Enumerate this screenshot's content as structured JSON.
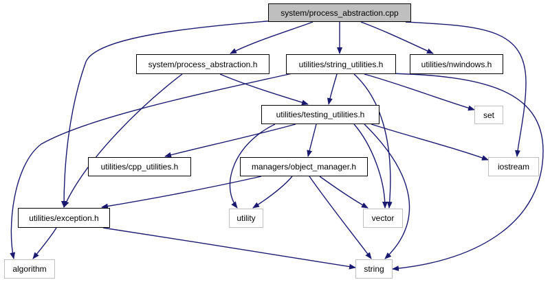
{
  "nodes": {
    "root": "system/process_abstraction.cpp",
    "process_abstraction_h": "system/process_abstraction.h",
    "string_utilities_h": "utilities/string_utilities.h",
    "nwindows_h": "utilities/nwindows.h",
    "testing_utilities_h": "utilities/testing_utilities.h",
    "set": "set",
    "cpp_utilities_h": "utilities/cpp_utilities.h",
    "object_manager_h": "managers/object_manager.h",
    "iostream": "iostream",
    "exception_h": "utilities/exception.h",
    "utility": "utility",
    "vector": "vector",
    "algorithm": "algorithm",
    "string": "string"
  },
  "edges": [
    [
      "root",
      "process_abstraction_h"
    ],
    [
      "root",
      "string_utilities_h"
    ],
    [
      "root",
      "nwindows_h"
    ],
    [
      "root",
      "iostream"
    ],
    [
      "root",
      "exception_h"
    ],
    [
      "process_abstraction_h",
      "testing_utilities_h"
    ],
    [
      "process_abstraction_h",
      "exception_h"
    ],
    [
      "string_utilities_h",
      "testing_utilities_h"
    ],
    [
      "string_utilities_h",
      "set"
    ],
    [
      "string_utilities_h",
      "vector"
    ],
    [
      "string_utilities_h",
      "string"
    ],
    [
      "string_utilities_h",
      "algorithm"
    ],
    [
      "testing_utilities_h",
      "cpp_utilities_h"
    ],
    [
      "testing_utilities_h",
      "object_manager_h"
    ],
    [
      "testing_utilities_h",
      "iostream"
    ],
    [
      "testing_utilities_h",
      "utility"
    ],
    [
      "testing_utilities_h",
      "vector"
    ],
    [
      "testing_utilities_h",
      "string"
    ],
    [
      "object_manager_h",
      "exception_h"
    ],
    [
      "object_manager_h",
      "utility"
    ],
    [
      "object_manager_h",
      "vector"
    ],
    [
      "object_manager_h",
      "string"
    ],
    [
      "exception_h",
      "algorithm"
    ],
    [
      "exception_h",
      "string"
    ]
  ],
  "colors": {
    "edge": "#191970",
    "internal_border": "#000000",
    "external_border": "#bfbfbf",
    "root_fill": "#bfbfbf"
  }
}
